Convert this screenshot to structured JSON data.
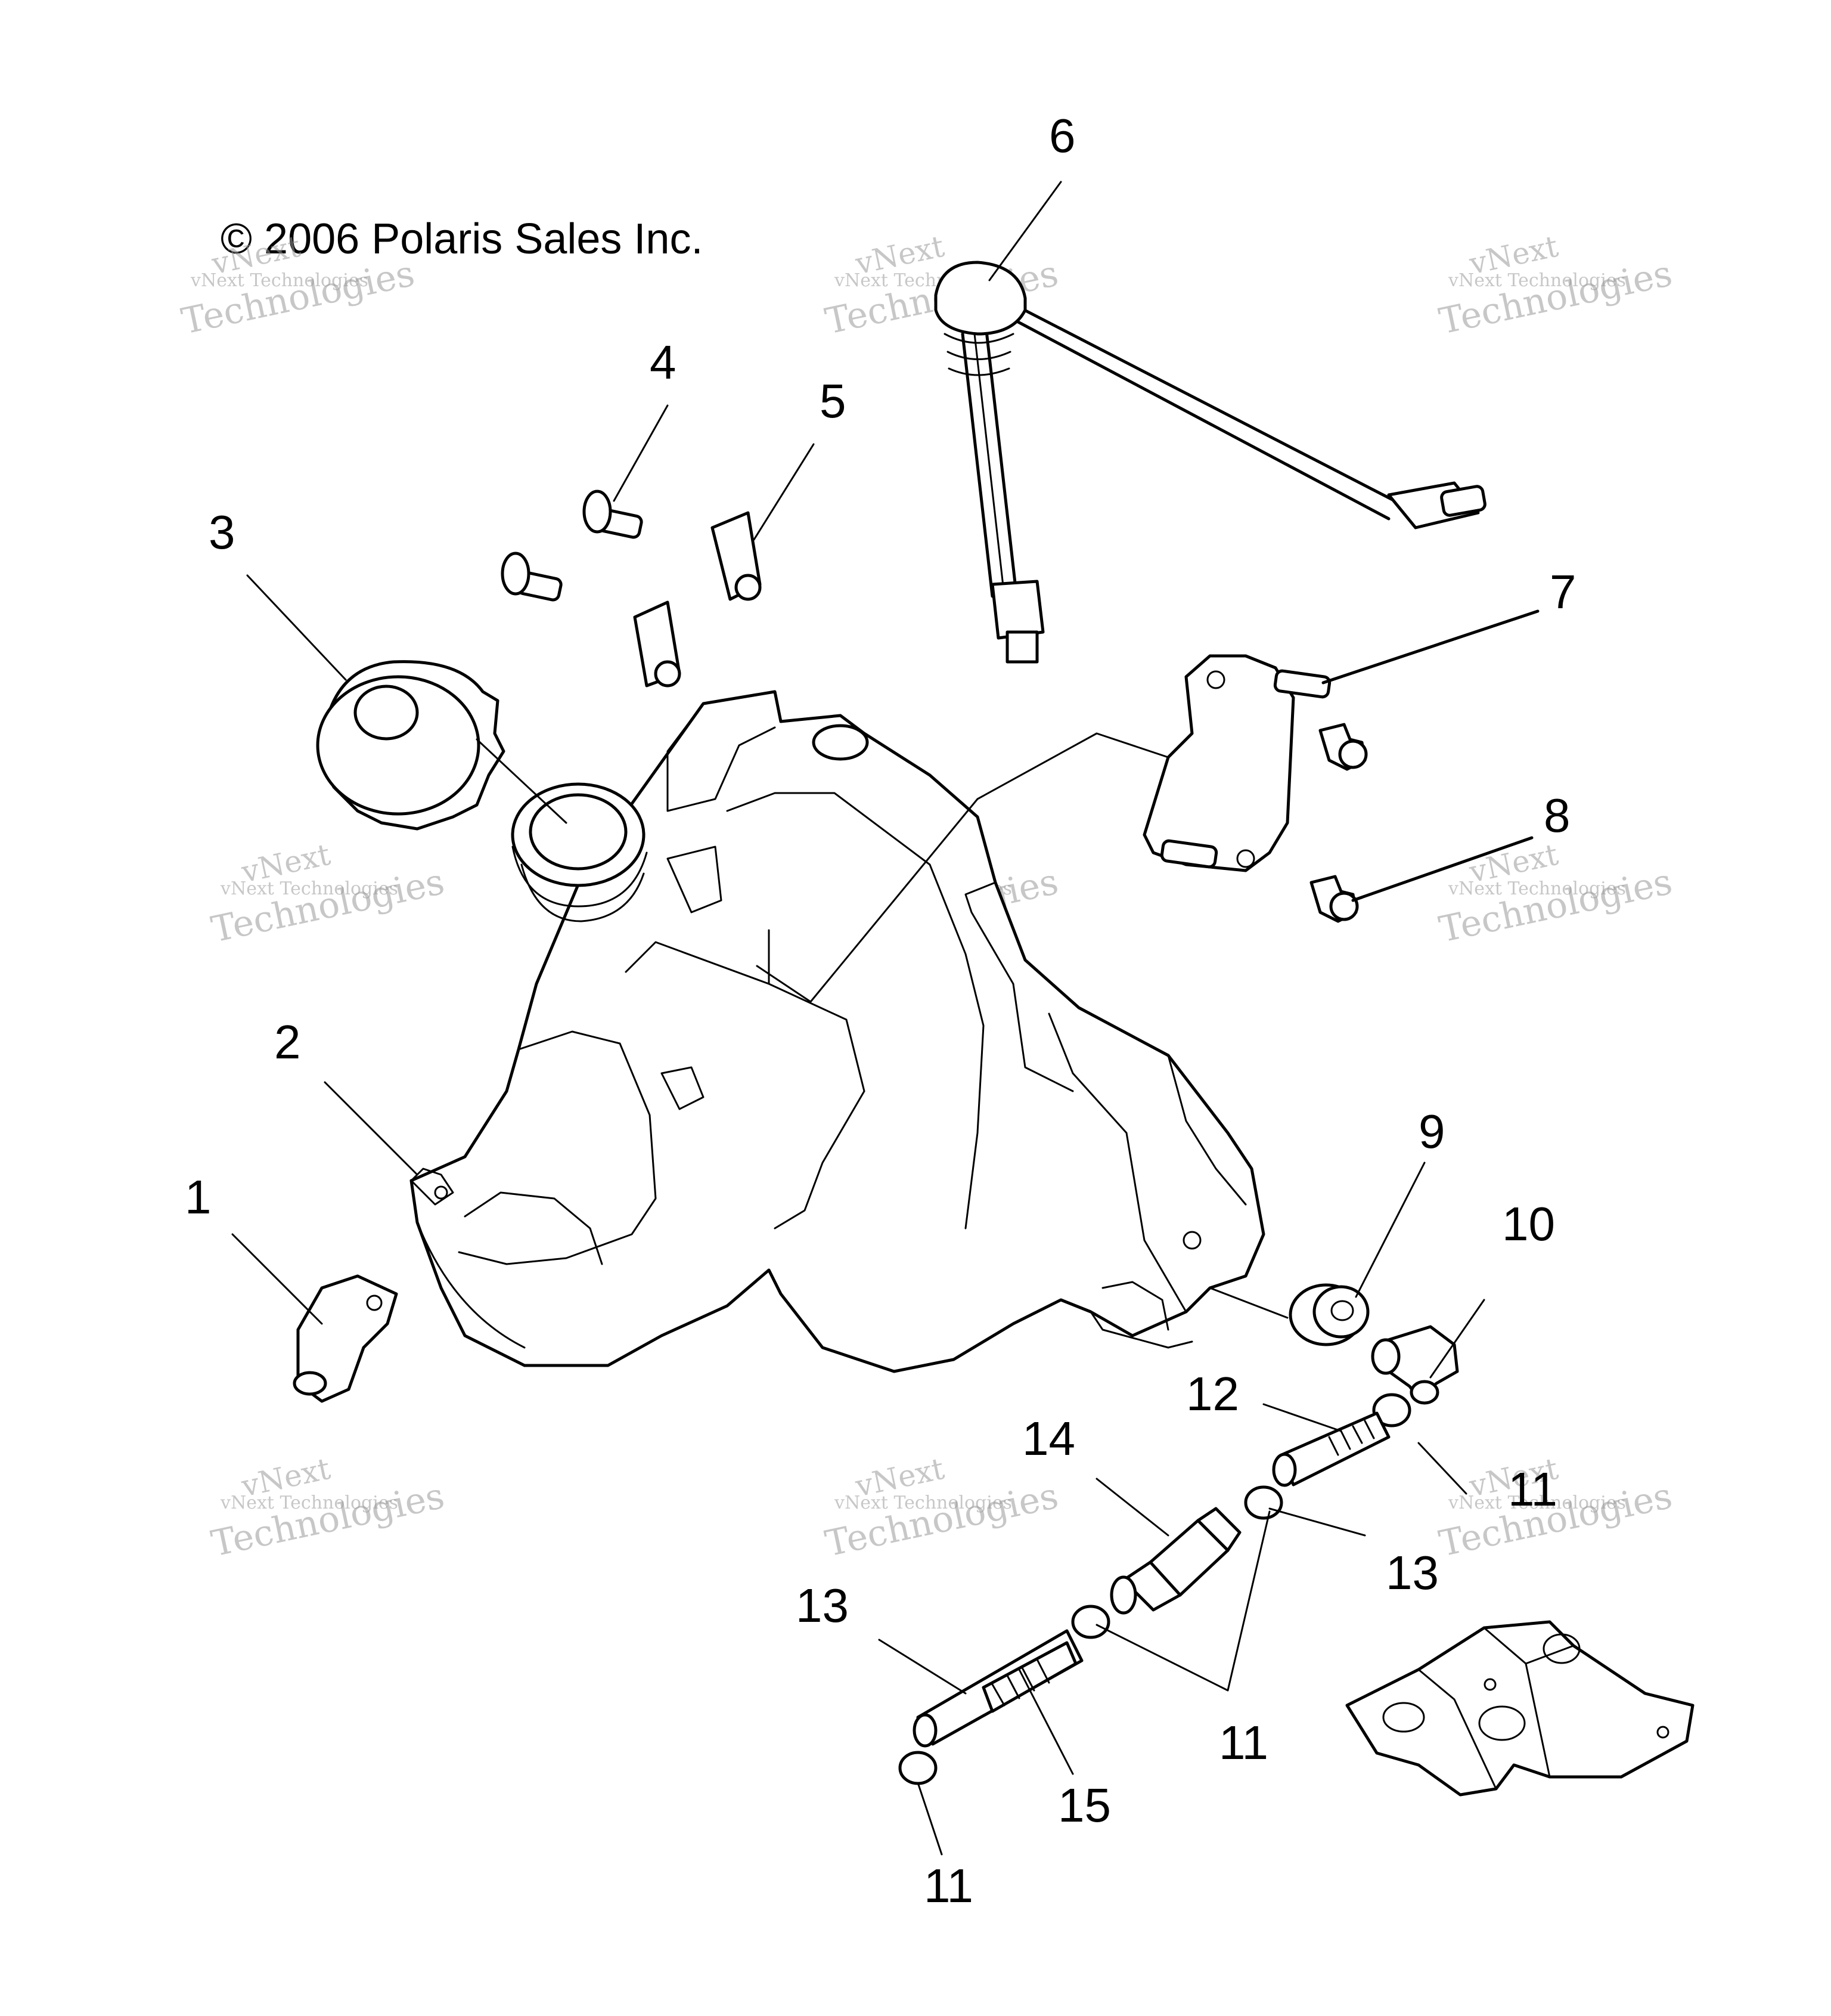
{
  "copyright": "© 2006 Polaris Sales Inc.",
  "watermark": {
    "line1": "vNext Technologies",
    "line2": "vNext",
    "line3": "Technologies"
  },
  "callouts": {
    "c1": "1",
    "c2": "2",
    "c3": "3",
    "c4": "4",
    "c5": "5",
    "c6": "6",
    "c7": "7",
    "c8": "8",
    "c9": "9",
    "c10": "10",
    "c11a": "11",
    "c11b": "11",
    "c11c": "11",
    "c12": "12",
    "c13a": "13",
    "c13b": "13",
    "c14": "14",
    "c15": "15"
  }
}
